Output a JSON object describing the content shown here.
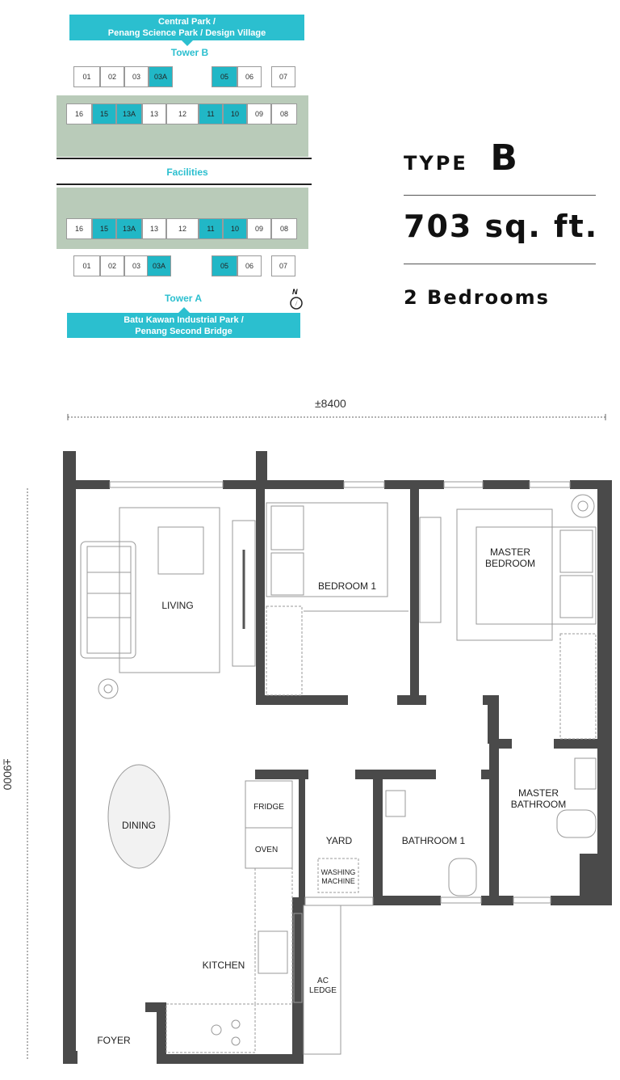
{
  "key_plan": {
    "banner_top": [
      "Central Park /",
      "Penang Science Park / Design Village"
    ],
    "tower_b": "Tower B",
    "facilities": "Facilities",
    "tower_a": "Tower A",
    "banner_bottom": [
      "Batu Kawan Industrial Park /",
      "Penang Second Bridge"
    ],
    "north_label": "N",
    "tower_b_front_row": [
      "01",
      "02",
      "03",
      "03A",
      "05",
      "06",
      "07"
    ],
    "tower_b_back_row": [
      "16",
      "15",
      "13A",
      "13",
      "12",
      "11",
      "10",
      "09",
      "08"
    ],
    "tower_a_back_row": [
      "16",
      "15",
      "13A",
      "13",
      "12",
      "11",
      "10",
      "09",
      "08"
    ],
    "tower_a_front_row": [
      "01",
      "02",
      "03",
      "03A",
      "05",
      "06",
      "07"
    ],
    "highlighted_units": [
      "03A",
      "05",
      "15",
      "13A",
      "11",
      "10"
    ],
    "highlight_color": "#21b7c6"
  },
  "unit_info": {
    "type_prefix": "TYPE",
    "type_letter": "B",
    "area": "703 sq. ft.",
    "bedrooms": "2 Bedrooms"
  },
  "floor_plan": {
    "width_dim": "±8400",
    "height_dim": "±9000",
    "rooms": {
      "living": "LIVING",
      "bedroom1": "BEDROOM 1",
      "master_bedroom": [
        "MASTER",
        "BEDROOM"
      ],
      "dining": "DINING",
      "fridge": "FRIDGE",
      "oven": "OVEN",
      "yard": "YARD",
      "washing_machine": [
        "WASHING",
        "MACHINE"
      ],
      "bathroom1": "BATHROOM 1",
      "master_bathroom": [
        "MASTER",
        "BATHROOM"
      ],
      "kitchen": "KITCHEN",
      "ac_ledge": [
        "AC",
        "LEDGE"
      ],
      "foyer": "FOYER"
    },
    "wall_color": "#4a4a4a"
  }
}
